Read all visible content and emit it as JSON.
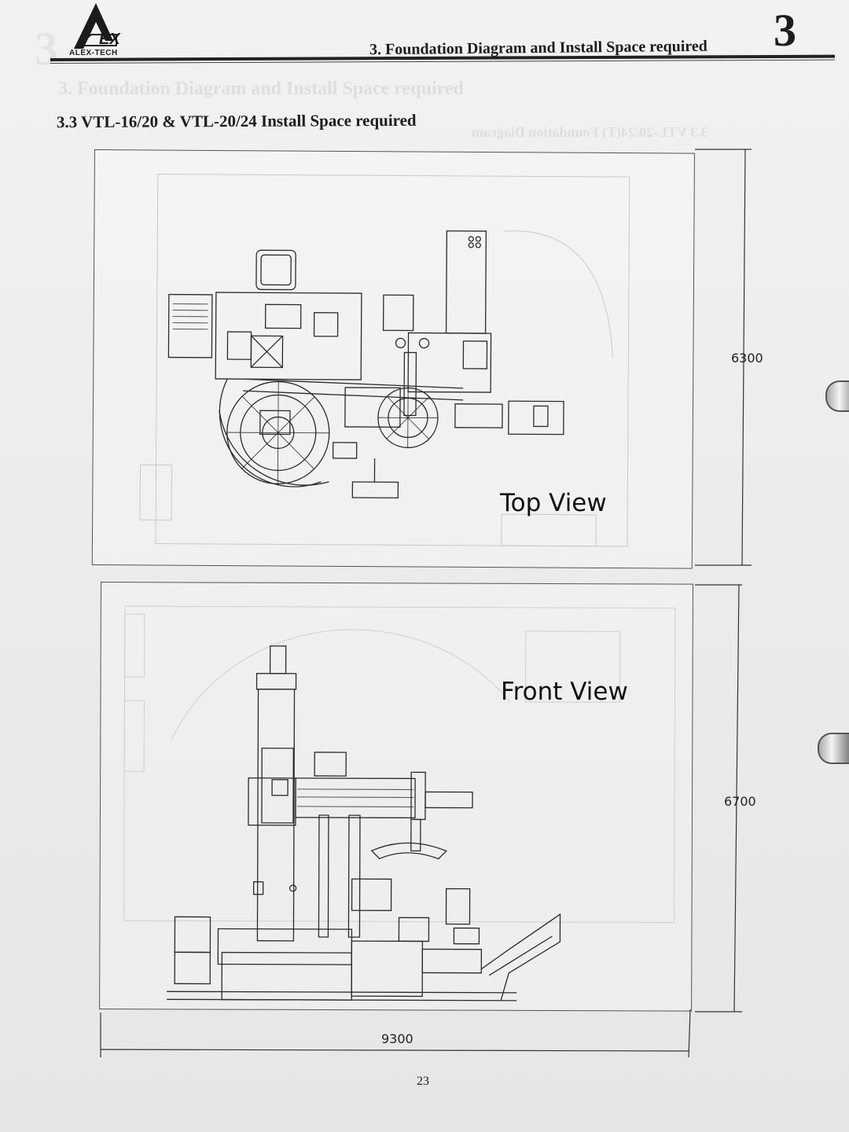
{
  "header": {
    "logo_text": "ALEX-TECH",
    "chapter_title": "3. Foundation Diagram and Install Space required",
    "chapter_number": "3"
  },
  "section": {
    "title": "3.3 VTL-16/20 & VTL-20/24 Install Space required"
  },
  "views": {
    "top_label": "Top View",
    "front_label": "Front View"
  },
  "dimensions": {
    "top_depth": "6300",
    "front_height": "6700",
    "overall_width": "9300"
  },
  "footer": {
    "page_number": "23"
  }
}
